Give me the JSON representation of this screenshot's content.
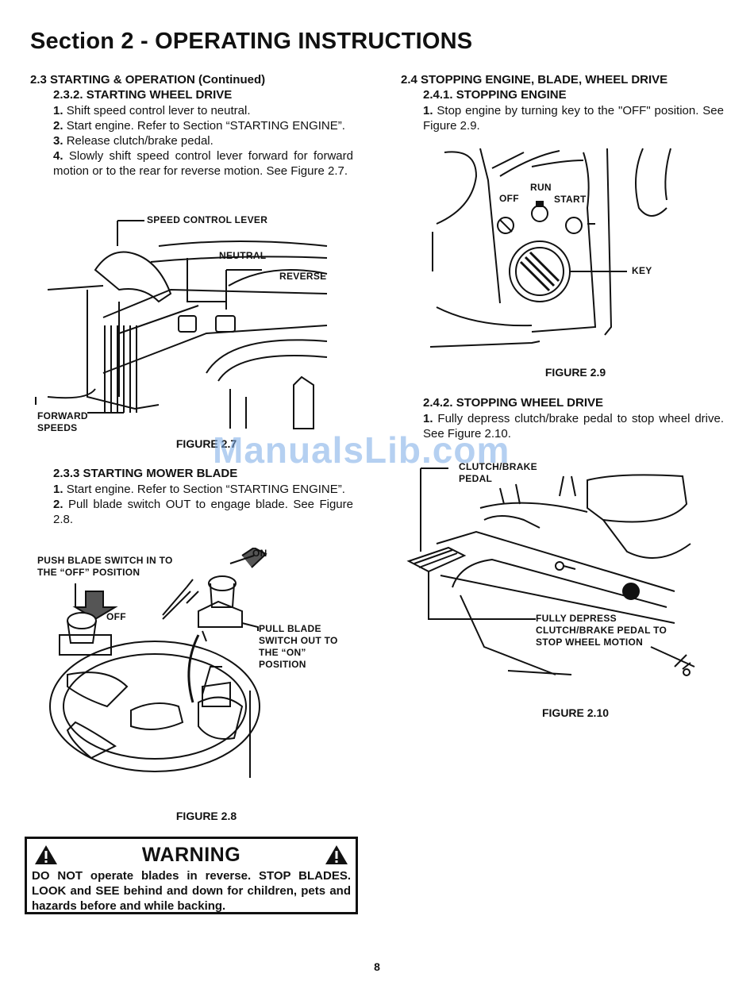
{
  "page": {
    "title": "Section 2 - OPERATING INSTRUCTIONS",
    "page_number": "8",
    "watermark": "ManualsLib.com"
  },
  "left": {
    "section_23": "2.3  STARTING & OPERATION (Continued)",
    "sub_232": "2.3.2.   STARTING WHEEL DRIVE",
    "steps_232": [
      {
        "num": "1.",
        "text": "Shift speed control lever to neutral."
      },
      {
        "num": "2.",
        "text": "Start engine. Refer to Section “STARTING ENGINE”."
      },
      {
        "num": "3.",
        "text": "Release clutch/brake pedal."
      },
      {
        "num": "4.",
        "text": "Slowly shift speed control lever forward for forward motion or to the rear for reverse motion. See Figure 2.7."
      }
    ],
    "fig27": {
      "speed_control_lever": "SPEED CONTROL LEVER",
      "neutral": "NEUTRAL",
      "reverse": "REVERSE",
      "forward_speeds_1": "FORWARD",
      "forward_speeds_2": "SPEEDS",
      "caption": "FIGURE 2.7"
    },
    "sub_233": "2.3.3   STARTING MOWER BLADE",
    "steps_233": [
      {
        "num": "1.",
        "text": "Start engine. Refer to Section “STARTING ENGINE”."
      },
      {
        "num": "2.",
        "text": "Pull blade switch OUT to engage blade. See Figure 2.8."
      }
    ],
    "fig28": {
      "push_1": "PUSH BLADE SWITCH IN TO",
      "push_2": "THE “OFF” POSITION",
      "off": "OFF",
      "on": "ON",
      "pull_1": "PULL BLADE",
      "pull_2": "SWITCH OUT TO",
      "pull_3": "THE “ON”",
      "pull_4": "POSITION",
      "caption": "FIGURE 2.8"
    },
    "warning": {
      "title": "WARNING",
      "text_bold1": "DO NOT",
      "text_rest": " operate blades in reverse. STOP BLADES. LOOK and SEE behind and down for children, pets and hazards before and while backing."
    }
  },
  "right": {
    "section_24": "2.4 STOPPING ENGINE, BLADE, WHEEL DRIVE",
    "sub_241": "2.4.1.   STOPPING ENGINE",
    "steps_241": [
      {
        "num": "1.",
        "text": "Stop engine by turning key to the \"OFF\" position. See Figure 2.9."
      }
    ],
    "fig29": {
      "run": "RUN",
      "off": "OFF",
      "start": "START",
      "key": "KEY",
      "caption": "FIGURE 2.9"
    },
    "sub_242": "2.4.2.   STOPPING WHEEL DRIVE",
    "steps_242": [
      {
        "num": "1.",
        "text": "Fully depress clutch/brake pedal to stop wheel drive. See Figure 2.10."
      }
    ],
    "fig210": {
      "clutch_1": "CLUTCH/BRAKE",
      "clutch_2": "PEDAL",
      "fully_1": "FULLY DEPRESS",
      "fully_2": "CLUTCH/BRAKE PEDAL TO",
      "fully_3": "STOP WHEEL MOTION",
      "caption": "FIGURE 2.10"
    }
  }
}
